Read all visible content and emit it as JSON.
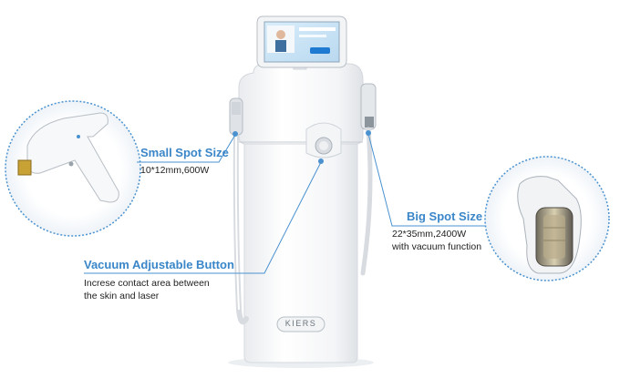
{
  "machine": {
    "brand": "KIERS",
    "accent_color": "#3a86c8"
  },
  "screen": {
    "description_icon": "touchscreen-display"
  },
  "callouts": {
    "small_spot": {
      "title": "Small Spot Size",
      "desc": "10*12mm,600W"
    },
    "big_spot": {
      "title": "Big Spot Size",
      "desc_line1": "22*35mm,2400W",
      "desc_line2": "with vacuum function"
    },
    "vacuum": {
      "title": "Vacuum Adjustable Button",
      "desc_line1": "Increse contact area between",
      "desc_line2": "the skin and laser"
    }
  }
}
